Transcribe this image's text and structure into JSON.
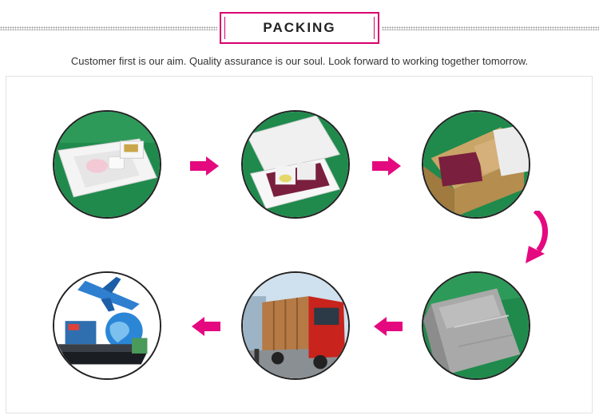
{
  "header": {
    "title": "PACKING",
    "subtitle": "Customer first is our aim. Quality assurance is our soul. Look forward to working together tomorrow."
  },
  "colors": {
    "accent": "#d7006e",
    "border": "#222222",
    "green_mat": "#1f8a4c"
  },
  "steps": [
    {
      "icon": "product-in-foam-tray-photo"
    },
    {
      "icon": "product-in-gift-box-photo"
    },
    {
      "icon": "boxed-product-in-carton-photo"
    },
    {
      "icon": "wrapped-carton-photo"
    },
    {
      "icon": "cargo-truck-photo"
    },
    {
      "icon": "global-shipping-photo"
    }
  ],
  "arrows": [
    {
      "icon": "arrow-right-icon"
    },
    {
      "icon": "arrow-right-icon"
    },
    {
      "icon": "curved-arrow-down-icon"
    },
    {
      "icon": "arrow-left-icon"
    },
    {
      "icon": "arrow-left-icon"
    }
  ]
}
